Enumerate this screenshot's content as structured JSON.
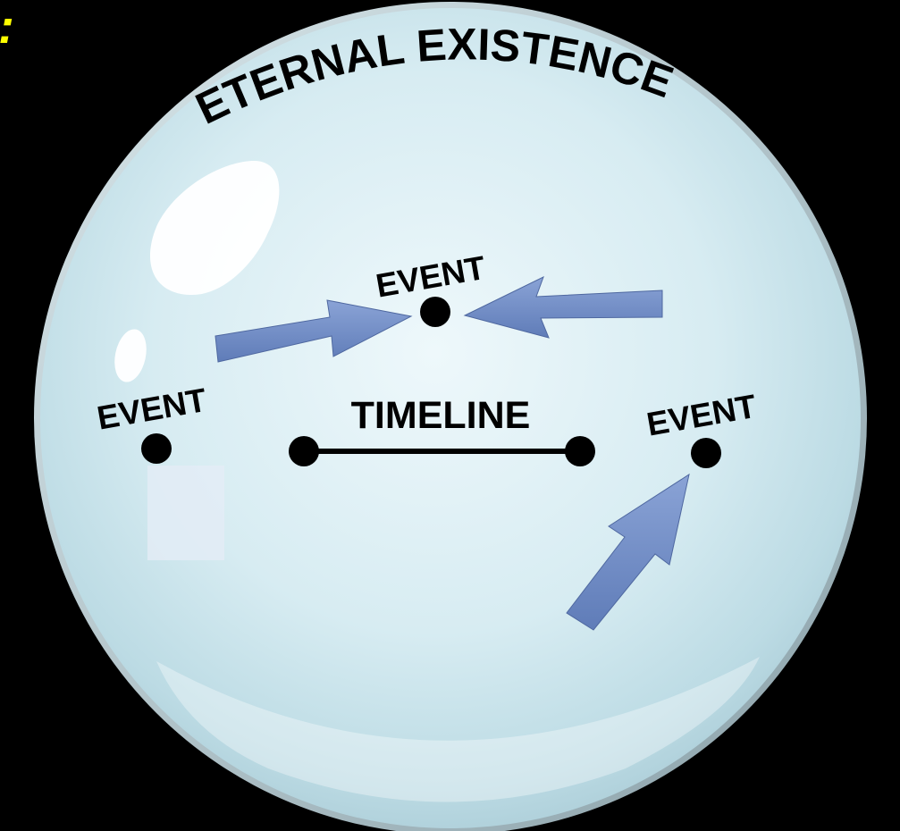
{
  "stray_text": ":",
  "sphere_title": "ETERNAL EXISTENCE",
  "timeline_label": "TIMELINE",
  "events": {
    "top": "EVENT",
    "left": "EVENT",
    "right": "EVENT"
  },
  "colors": {
    "background": "#000000",
    "sphere_fill": "#cfe7ee",
    "sphere_rim": "#8fa7b0",
    "arrow_fill": "#6f8cc6",
    "dot": "#000000",
    "accent_text": "#ffff00"
  }
}
